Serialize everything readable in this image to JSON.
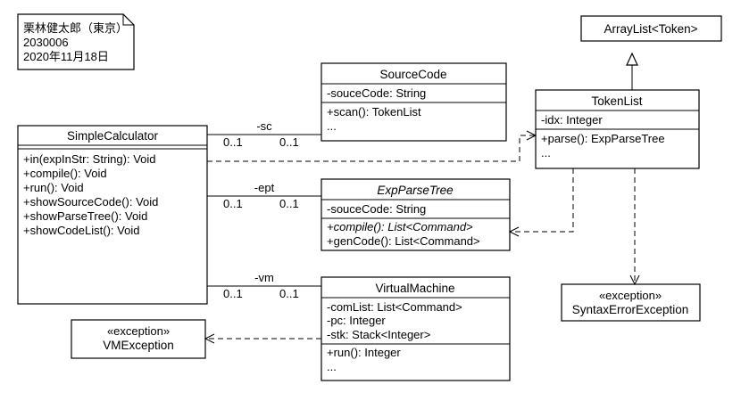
{
  "note": {
    "lines": [
      "栗林健太郎（東京）",
      "2030006",
      "2020年11月18日"
    ]
  },
  "classes": {
    "simple_calculator": {
      "name": "SimpleCalculator",
      "attributes": [],
      "operations": [
        "+in(expInStr: String): Void",
        "+compile(): Void",
        "+run(): Void",
        "+showSourceCode(): Void",
        "+showParseTree(): Void",
        "+showCodeList(): Void"
      ]
    },
    "source_code": {
      "name": "SourceCode",
      "attributes": [
        "-souceCode: String"
      ],
      "operations": [
        "+scan(): TokenList",
        "..."
      ]
    },
    "exp_parse_tree": {
      "name": "ExpParseTree",
      "attributes": [
        "-souceCode: String"
      ],
      "operations": [
        "+compile(): List<Command>",
        "+genCode(): List<Command>"
      ]
    },
    "virtual_machine": {
      "name": "VirtualMachine",
      "attributes": [
        "-comList: List<Command>",
        "-pc: Integer",
        "-stk: Stack<Integer>"
      ],
      "operations": [
        "+run(): Integer",
        "..."
      ]
    },
    "token_list": {
      "name": "TokenList",
      "attributes": [
        "-idx: Integer"
      ],
      "operations": [
        "+parse(): ExpParseTree",
        "..."
      ]
    },
    "array_list": {
      "name": "ArrayList<Token>"
    },
    "vm_exception": {
      "stereotype": "«exception»",
      "name": "VMException"
    },
    "syntax_error_exception": {
      "stereotype": "«exception»",
      "name": "SyntaxErrorException"
    }
  },
  "associations": {
    "sc": {
      "role": "-sc",
      "mult_left": "0..1",
      "mult_right": "0..1"
    },
    "ept": {
      "role": "-ept",
      "mult_left": "0..1",
      "mult_right": "0..1"
    },
    "vm": {
      "role": "-vm",
      "mult_left": "0..1",
      "mult_right": "0..1"
    }
  }
}
